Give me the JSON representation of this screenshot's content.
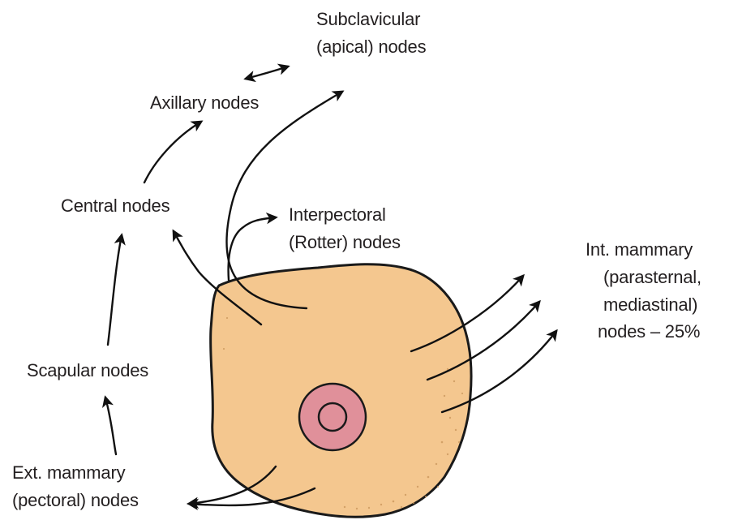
{
  "labels": {
    "subclavicular": [
      "Subclavicular",
      "(apical) nodes"
    ],
    "axillary": [
      "Axillary nodes"
    ],
    "central": [
      "Central nodes"
    ],
    "interpectoral": [
      "Interpectoral",
      "(Rotter) nodes"
    ],
    "int_mammary": [
      "Int. mammary",
      "(parasternal,",
      "mediastinal)",
      "nodes – 25%"
    ],
    "scapular": [
      "Scapular nodes"
    ],
    "ext_mammary": [
      "Ext. mammary",
      "(pectoral) nodes"
    ]
  },
  "colors": {
    "breast_fill": "#f4c78f",
    "breast_outline": "#1a1a1a",
    "areola": "#e0909a",
    "arrow": "#111111",
    "text": "#231f20"
  }
}
